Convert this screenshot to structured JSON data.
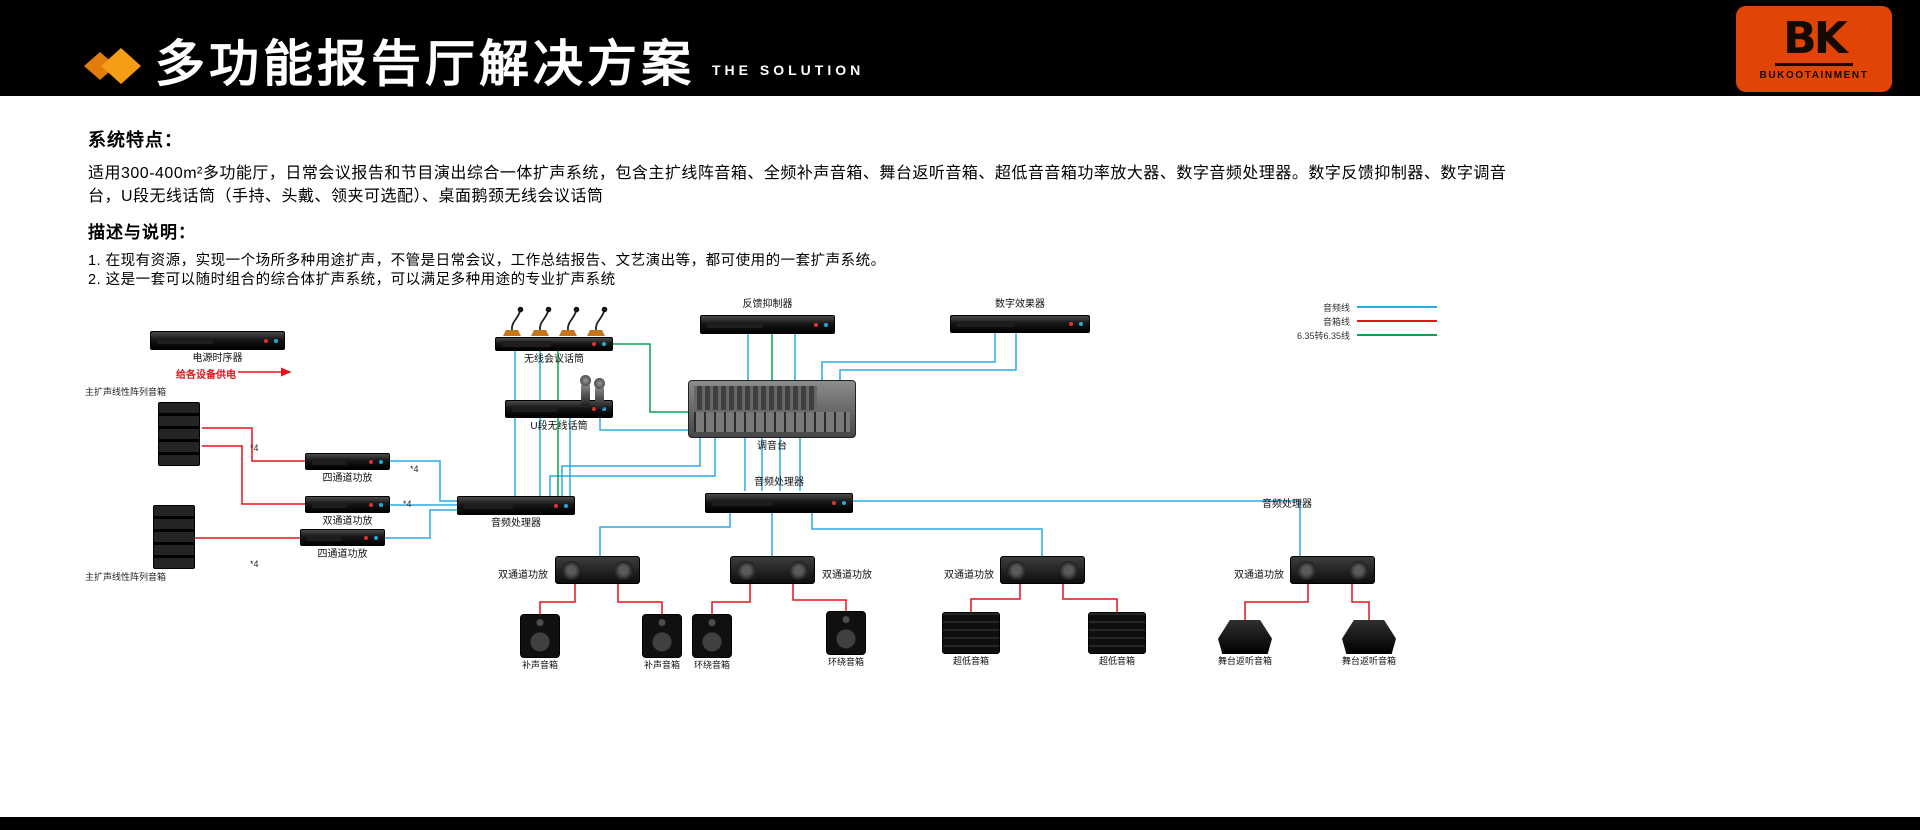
{
  "header": {
    "title": "多功能报告厅解决方案",
    "subtitle": "THE SOLUTION",
    "brand_mark": "BK",
    "brand_caption": "BUKOOTAINMENT"
  },
  "content": {
    "features_heading": "系统特点：",
    "features_text": "适用300-400m²多功能厅，日常会议报告和节目演出综合一体扩声系统，包含主扩线阵音箱、全频补声音箱、舞台返听音箱、超低音音箱功率放大器、数字音频处理器。数字反馈抑制器、数字调音台，U段无线话筒（手持、头戴、领夹可选配）、桌面鹅颈无线会议话筒",
    "desc_heading": "描述与说明：",
    "desc_line1": "1. 在现有资源，实现一个场所多种用途扩声，不管是日常会议，工作总结报告、文艺演出等，都可使用的一套扩声系统。",
    "desc_line2": "2. 这是一套可以随时组合的综合体扩声系统，可以满足多种用途的专业扩声系统"
  },
  "diagram": {
    "legend": [
      {
        "label": "音频线",
        "color": "#29abe2"
      },
      {
        "label": "音箱线",
        "color": "#e8121b"
      },
      {
        "label": "6.35转6.35线",
        "color": "#00a651"
      }
    ],
    "labels": {
      "power_sequencer": "电源时序器",
      "power_note": "给各设备供电",
      "line_array": "主扩声线性阵列音箱",
      "quad_amp": "四通道功放",
      "dual_amp": "双通道功放",
      "conf_mic": "无线会议话筒",
      "u_mic": "U段无线话筒",
      "feedback": "反馈抑制器",
      "effects": "数字效果器",
      "mixer": "调音台",
      "processor": "音频处理器",
      "fill_speaker": "补声音箱",
      "surround_speaker": "环绕音箱",
      "subwoofer": "超低音箱",
      "stage_monitor": "舞台返听音箱",
      "x4": "*4"
    }
  }
}
